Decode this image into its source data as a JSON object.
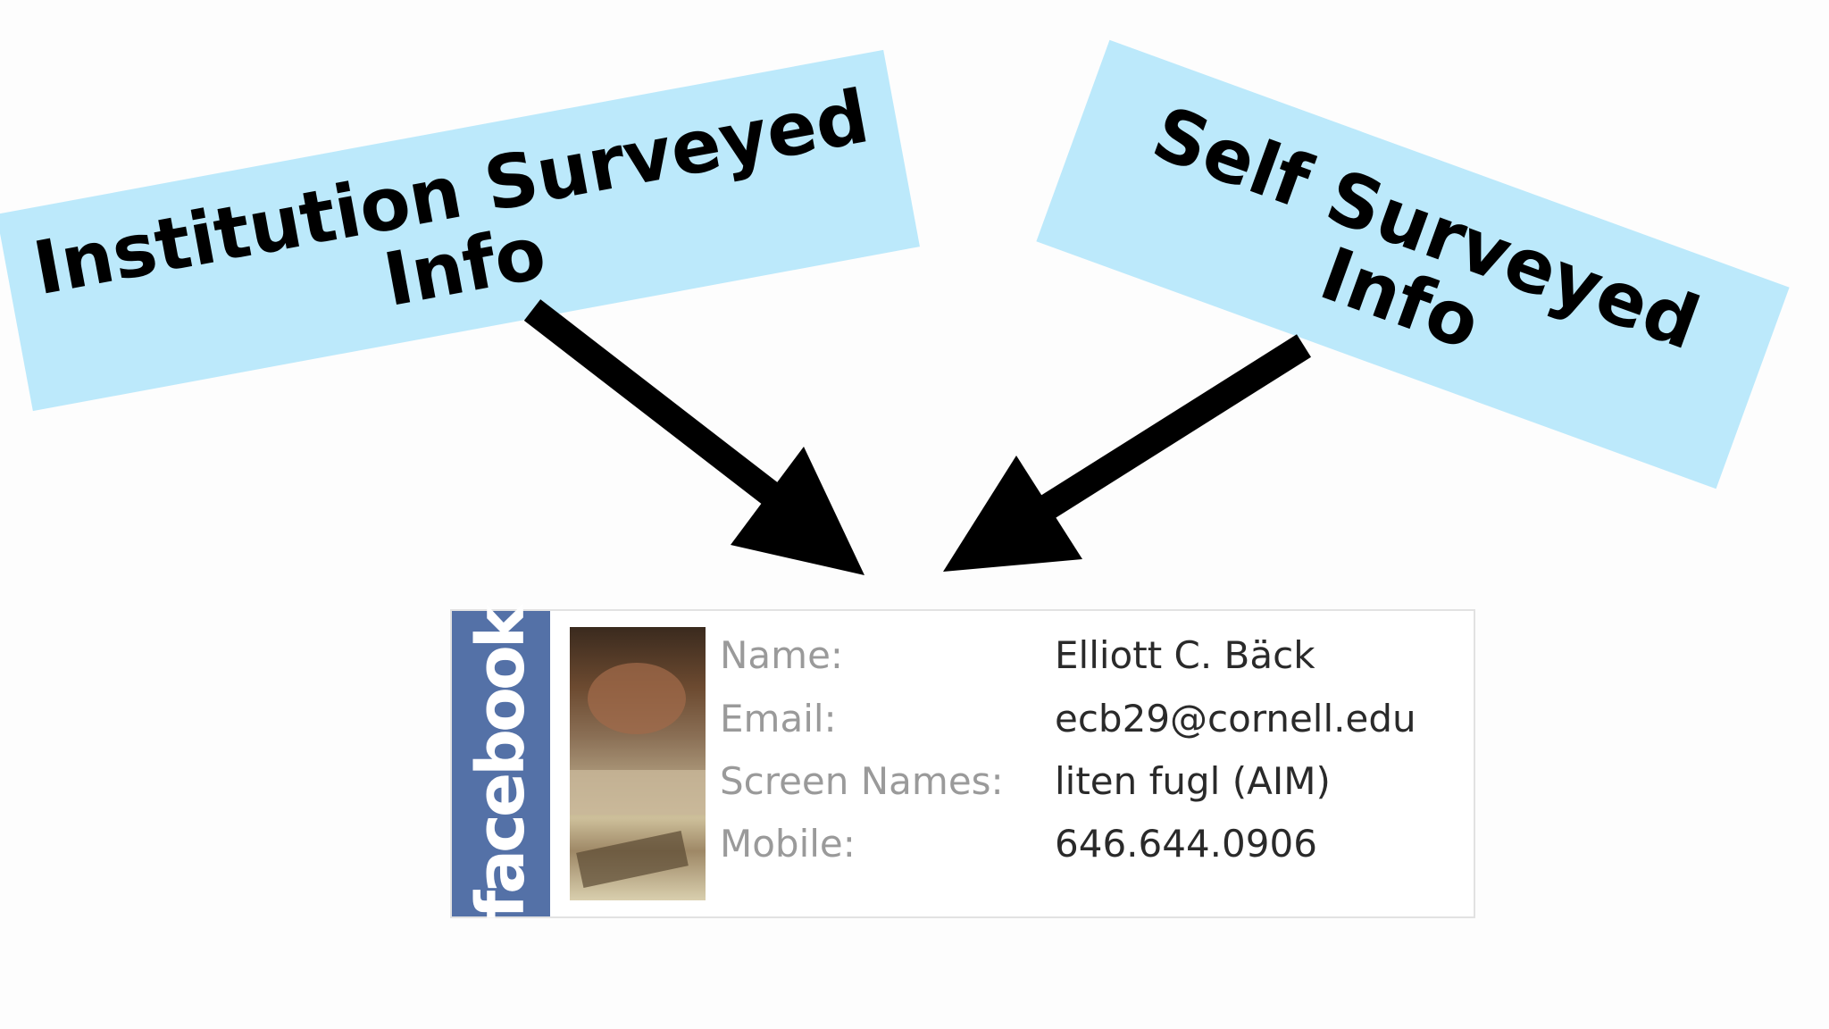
{
  "callouts": {
    "institution": {
      "line1": "Institution Surveyed",
      "line2": "Info"
    },
    "self": {
      "line1": "Self Surveyed",
      "line2": "Info"
    }
  },
  "colors": {
    "callout_background": "#bce9fb",
    "arrow": "#000000",
    "facebook_blue": "#5471a7"
  },
  "profile": {
    "brand": "facebook",
    "fields": [
      {
        "label": "Name:",
        "value": "Elliott C. Bäck"
      },
      {
        "label": "Email:",
        "value": "ecb29@cornell.edu"
      },
      {
        "label": "Screen Names:",
        "value": "liten fugl (AIM)"
      },
      {
        "label": "Mobile:",
        "value": "646.644.0906"
      }
    ]
  }
}
